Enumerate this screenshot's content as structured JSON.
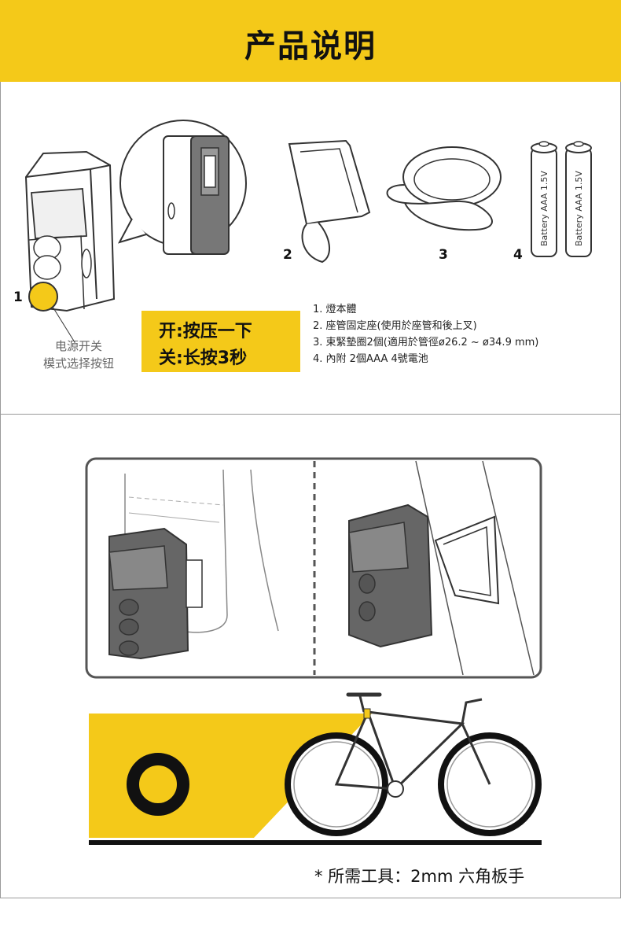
{
  "header": {
    "title": "产品说明"
  },
  "parts": {
    "labels": [
      "1",
      "2",
      "3",
      "4"
    ],
    "battery_text": "Battery  AAA  1.5V"
  },
  "switch_caption": {
    "line1": "电源开关",
    "line2": "模式选择按钮"
  },
  "operation": {
    "on": "开:按压一下",
    "off": "关:长按3秒"
  },
  "package_list": [
    "1. 燈本體",
    "2. 座管固定座(使用於座管和後上叉)",
    "3. 束緊墊圈2個(適用於管徑ø26.2 ~ ø34.9 mm)",
    "4. 內附 2個AAA 4號電池"
  ],
  "tools_note": "* 所需工具：2mm 六角板手",
  "colors": {
    "accent": "#f4c919",
    "frame": "#9a9a9a",
    "line": "#333333"
  }
}
